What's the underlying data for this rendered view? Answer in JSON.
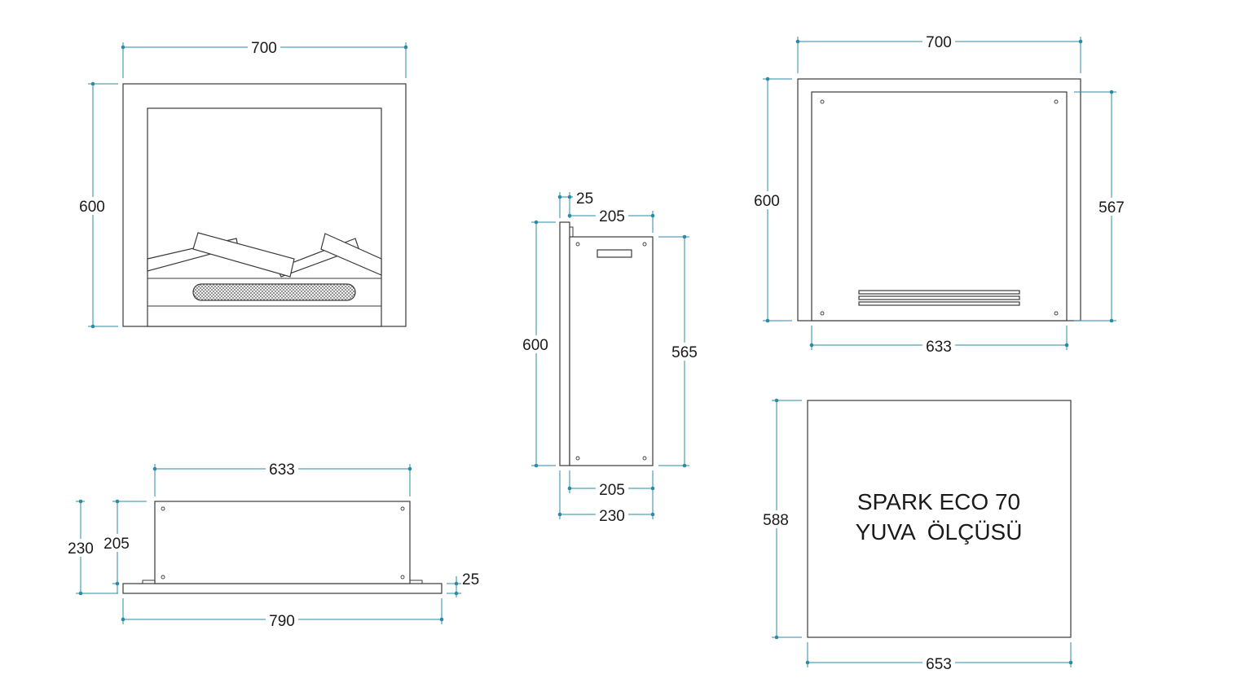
{
  "dimensions": {
    "front_width": "700",
    "front_height": "600",
    "side_depth_top": "205",
    "side_flange": "25",
    "side_height": "600",
    "side_body_height": "565",
    "side_depth_bottom_inner": "205",
    "side_depth_bottom_total": "230",
    "back_width": "700",
    "back_height": "600",
    "back_inner_height": "567",
    "back_inner_width": "633",
    "top_width": "633",
    "top_depth_total": "230",
    "top_depth_body": "205",
    "top_flange": "25",
    "top_total_width": "790",
    "niche_height": "588",
    "niche_width": "653"
  },
  "niche_label": {
    "line1": "SPARK ECO 70",
    "line2": "YUVA  ÖLÇÜSÜ"
  },
  "colors": {
    "dimension_line": "#2b8aa6",
    "outline": "#3a3a3a",
    "text": "#1a1a1a"
  }
}
